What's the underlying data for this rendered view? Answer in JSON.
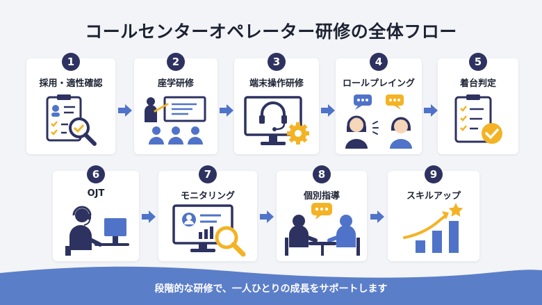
{
  "title": "コールセンターオペレーター研修の全体フロー",
  "steps": [
    {
      "number": "1",
      "label": "採用・適性確認",
      "icon": "clipboard-magnifier-icon"
    },
    {
      "number": "2",
      "label": "座学研修",
      "icon": "classroom-lecture-icon"
    },
    {
      "number": "3",
      "label": "端末操作研修",
      "icon": "monitor-headset-gear-icon"
    },
    {
      "number": "4",
      "label": "ロールプレイング",
      "icon": "roleplay-conversation-icon"
    },
    {
      "number": "5",
      "label": "着台判定",
      "icon": "checklist-approved-icon"
    },
    {
      "number": "6",
      "label": "OJT",
      "icon": "operator-at-desk-icon"
    },
    {
      "number": "7",
      "label": "モニタリング",
      "icon": "monitor-magnifier-icon"
    },
    {
      "number": "8",
      "label": "個別指導",
      "icon": "one-on-one-coaching-icon"
    },
    {
      "number": "9",
      "label": "スキルアップ",
      "icon": "growth-chart-star-icon"
    }
  ],
  "footer": "段階的な研修で、一人ひとりの成長をサポートします",
  "colors": {
    "navy": "#2e3260",
    "blue": "#4f73c8",
    "yellow": "#f4b324",
    "wave": "#5b7ec9",
    "background": "#f3f4f7"
  }
}
